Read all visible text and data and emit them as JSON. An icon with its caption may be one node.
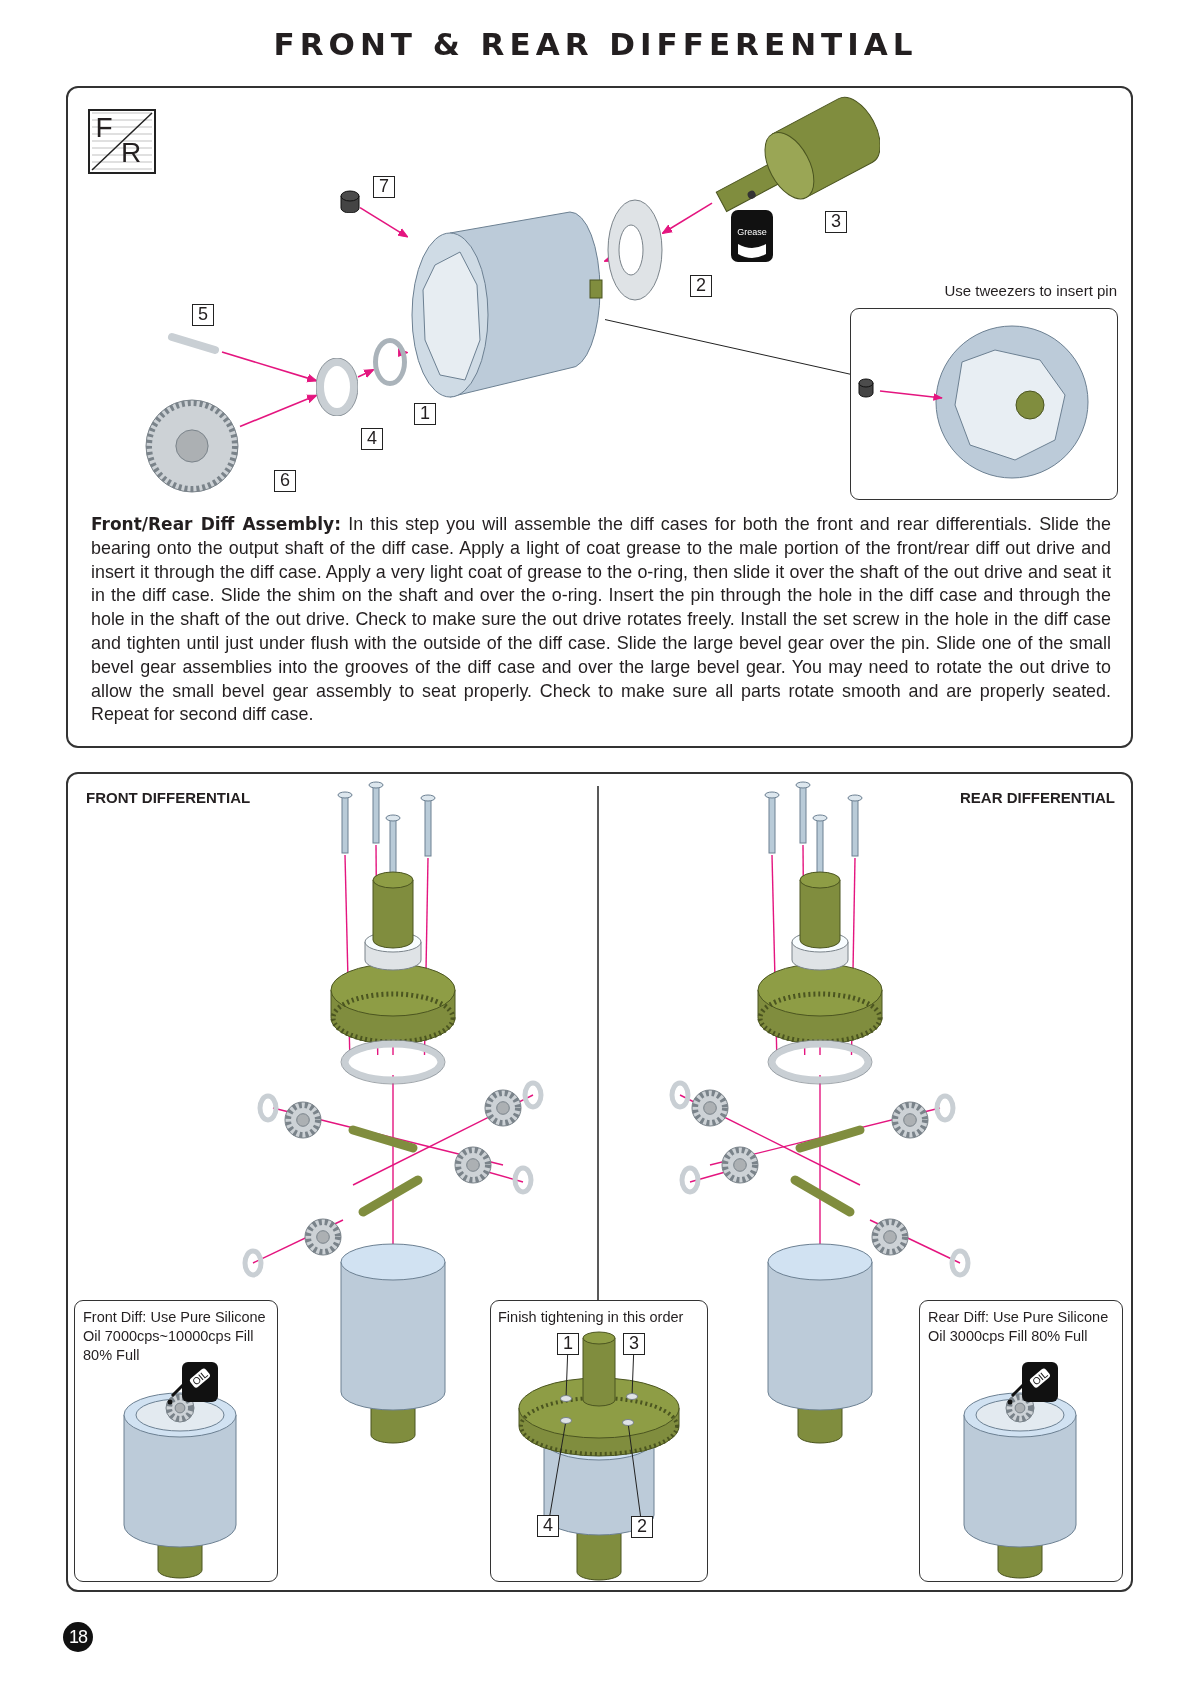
{
  "diagram": {
    "title": "FRONT & REAR DIFFERENTIAL",
    "nodes": [
      {
        "text": [
          "**Front/Rear Diff Assembly:** In this step you will assemble the diff cases for both the front and rear differentials. Slide the bearing onto the output shaft of the diff case. Apply a light of coat grease to the male portion of the front/rear diff out drive and insert it through the diff case. Apply a very light coat of grease to the o-ring, then slide it over the shaft of the out drive and seat it in the diff case. Slide the shim on the shaft and over the o-ring. Insert the pin through the hole in the diff case and through the hole in the shaft of the out drive. Check to make sure the out drive rotates freely. Install the set screw in the hole in the diff case and tighten until just under flush with the outside of the diff case. Slide the large bevel gear over the pin. Slide one of the small bevel gear assemblies into the grooves of the diff case and over the large bevel gear. You may need to rotate the out drive to allow the small bevel gear assembly to seat properly. Check to make sure all parts rotate smooth and are properly seated. Repeat for second diff case."
        ]
      },
      {
        "text": [
          "Use tweezers to insert pin"
        ],
        "in": 0
      },
      {
        "text": [],
        "shape": "picture",
        "in": 0
      },
      {
        "text": [
          "FRONT DIFFERENTIAL",
          "REAR DIFFERENTIAL"
        ]
      },
      {
        "text": [
          "Front Diff: Use Pure Silicone Oil 7000cps~10000cps Fill 80% Full"
        ],
        "in": 3
      },
      {
        "text": [
          "Finish tightening in this order"
        ],
        "in": 3
      },
      {
        "text": [
          "1"
        ],
        "in": 5
      },
      {
        "text": [
          "3"
        ],
        "in": 5
      },
      {
        "text": [
          "4"
        ],
        "in": 5
      },
      {
        "text": [
          "2"
        ],
        "in": 5
      },
      {
        "text": [
          "Rear Diff: Use Pure Silicone Oil 3000cps Fill 80% Full"
        ],
        "in": 3
      },
      {
        "text": [],
        "shape": "circle",
        "in": 5
      },
      {
        "text": [],
        "shape": "circle",
        "in": 5
      },
      {
        "text": [],
        "shape": "circle",
        "in": 5
      },
      {
        "text": [],
        "shape": "circle",
        "in": 5
      },
      {
        "text": [
          "7"
        ],
        "in": 0
      },
      {
        "text": [
          "3"
        ],
        "in": 0
      },
      {
        "text": [
          "2"
        ],
        "in": 0
      },
      {
        "text": [
          "5"
        ],
        "in": 0
      },
      {
        "text": [
          "1"
        ],
        "in": 0
      },
      {
        "text": [
          "4"
        ],
        "in": 0
      },
      {
        "text": [
          "6"
        ],
        "in": 0
      },
      {
        "text": [],
        "shape": "picture",
        "in": 0
      },
      {
        "text": [],
        "shape": "picture",
        "in": 0
      },
      {
        "text": [],
        "shape": "circle",
        "in": 0
      },
      {
        "text": [],
        "shape": "picture",
        "in": 0
      },
      {
        "text": [],
        "shape": "cylinder",
        "in": 0
      },
      {
        "text": [],
        "shape": "picture",
        "in": 0
      },
      {
        "text": [],
        "shape": "picture",
        "in": 0
      }
    ],
    "edges": [
      {
        "from": 1,
        "to": 2,
        "arrow": "none",
        "color": "#222222"
      },
      {
        "from": 6,
        "to": 11,
        "arrow": "none",
        "color": "#222222"
      },
      {
        "from": 7,
        "to": 12,
        "arrow": "none",
        "color": "#222222"
      },
      {
        "from": 8,
        "to": 13,
        "arrow": "none",
        "color": "#222222"
      },
      {
        "from": 9,
        "to": 14,
        "arrow": "none",
        "color": "#222222"
      },
      {
        "from": 22,
        "to": 23,
        "arrow": "to"
      },
      {
        "from": 23,
        "to": 24,
        "arrow": "to"
      },
      {
        "from": 24,
        "to": 2,
        "arrow": "to"
      },
      {
        "from": 25,
        "to": 23,
        "arrow": "to"
      },
      {
        "from": 26,
        "to": 2,
        "arrow": "to"
      },
      {
        "from": 28,
        "to": 27,
        "arrow": "to"
      },
      {
        "from": 27,
        "to": 2,
        "arrow": "to"
      }
    ],
    "labels": [
      "F",
      "R",
      "Grease",
      "OIL",
      "OIL",
      "18"
    ]
  }
}
